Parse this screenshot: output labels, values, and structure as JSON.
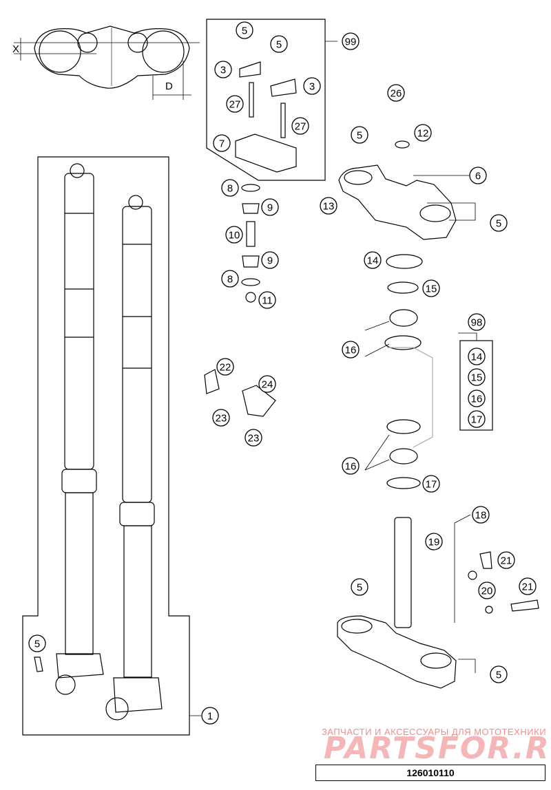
{
  "diagram_number": "126010110",
  "watermark": {
    "caption": "ЗАПЧАСТИ И АКСЕССУАРЫ ДЛЯ МОТОТЕХНИКИ",
    "logo": "PARTSFOR.RU"
  },
  "dimensions": {
    "x_label": "X",
    "d_label": "D"
  },
  "callouts": [
    "1",
    "3",
    "3",
    "5",
    "5",
    "5",
    "5",
    "5",
    "5",
    "5",
    "6",
    "7",
    "8",
    "8",
    "9",
    "9",
    "10",
    "11",
    "12",
    "13",
    "14",
    "14",
    "15",
    "15",
    "16",
    "16",
    "16",
    "17",
    "17",
    "18",
    "19",
    "20",
    "21",
    "21",
    "22",
    "23",
    "23",
    "24",
    "26",
    "27",
    "27",
    "98",
    "99"
  ],
  "colors": {
    "line": "#000000",
    "watermark": "#f08c8c"
  }
}
